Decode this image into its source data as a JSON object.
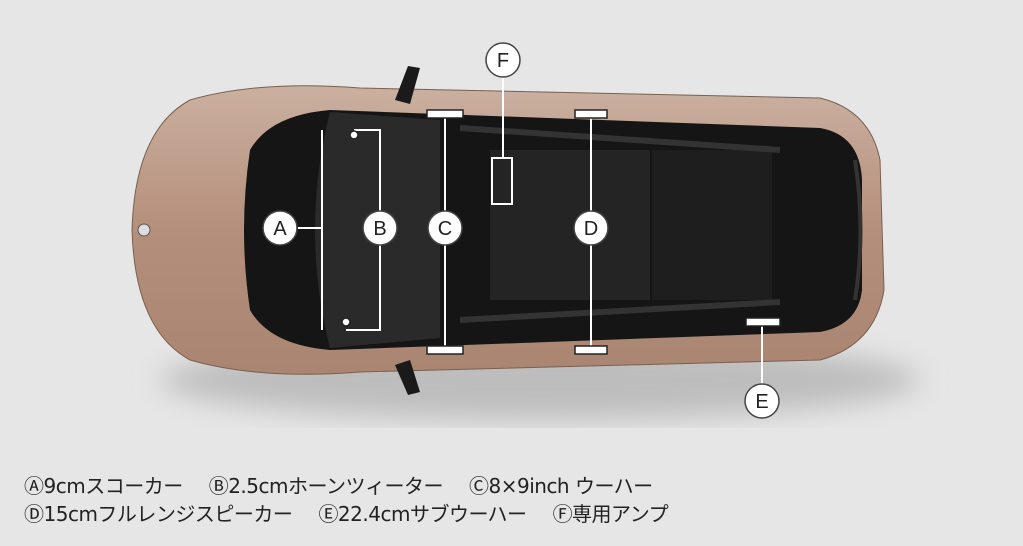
{
  "markers": {
    "A": "A",
    "B": "B",
    "C": "C",
    "D": "D",
    "E": "E",
    "F": "F"
  },
  "legend": {
    "row1": [
      "Ⓐ9cmスコーカー",
      "Ⓑ2.5cmホーンツィーター",
      "Ⓒ8×9inch ウーハー"
    ],
    "row2": [
      "Ⓓ15cmフルレンジスピーカー",
      "Ⓔ22.4cmサブウーハー",
      "Ⓕ専用アンプ"
    ]
  },
  "colors": {
    "body": "#b99886",
    "roof": "#1c1c1c",
    "background": "#e6e6e6"
  }
}
